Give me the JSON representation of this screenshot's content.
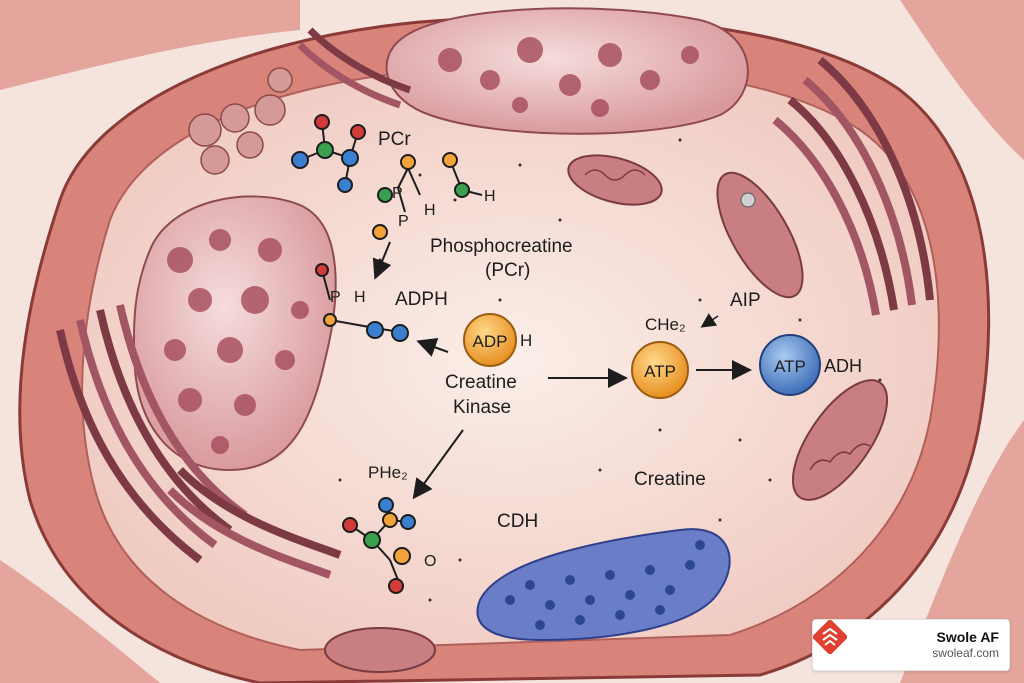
{
  "labels": {
    "pcr": "PCr",
    "h_top": "H",
    "p1": "P",
    "p2": "P",
    "h_p": "H",
    "phosphocreatine": "Phosphocreatine",
    "pcr_paren": "(PCr)",
    "ph_left": "P",
    "h_left": "H",
    "adph": "ADPH",
    "adp_circle": "ADP",
    "h_adp": "H",
    "creatine_kinase_1": "Creatine",
    "creatine_kinase_2": "Kinase",
    "aip": "AIP",
    "che2": "CHe₂",
    "atp_orange": "ATP",
    "atp_blue": "ATP",
    "adh": "ADH",
    "phe2": "PHe₂",
    "cdh": "CDH",
    "creatine": "Creatine",
    "o_label": "O"
  },
  "badge": {
    "name": "Swole AF",
    "url": "swoleaf.com"
  },
  "colors": {
    "background": "#f7ece6",
    "membrane": "#d9847a",
    "cytoplasm": "#f6ddd6",
    "mitochondria": "#c97f82",
    "nucleus": "#efc3c3",
    "er": "#7d3a44",
    "atp_orange": "#f2a33a",
    "atp_blue": "#4f83c9",
    "brand_red": "#e0402f"
  }
}
